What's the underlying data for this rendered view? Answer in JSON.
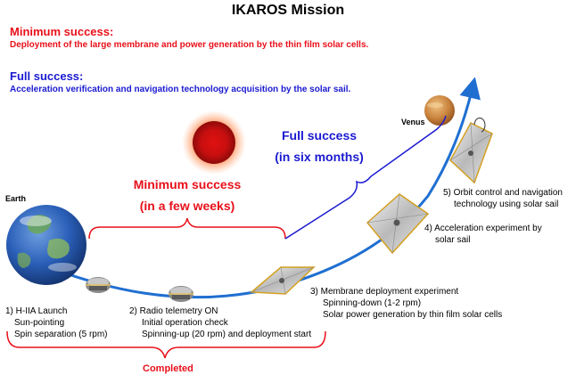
{
  "title": "IKAROS Mission",
  "minimum": {
    "heading": "Minimum success:",
    "description": "Deployment of the large membrane and power generation by the thin film solar cells.",
    "callout_line1": "Minimum success",
    "callout_line2": "(in a few weeks)"
  },
  "full": {
    "heading": "Full success:",
    "description": "Acceleration verification and navigation technology acquisition by the solar sail.",
    "callout_line1": "Full success",
    "callout_line2": "(in six months)"
  },
  "bodies": {
    "earth": "Earth",
    "venus": "Venus"
  },
  "steps": [
    {
      "lines": [
        "1) H-IIA Launch",
        "Sun-pointing",
        "Spin separation (5 rpm)"
      ]
    },
    {
      "lines": [
        "2) Radio telemetry ON",
        "Initial operation check",
        "Spinning-up (20 rpm) and deployment start"
      ]
    },
    {
      "lines": [
        "3) Membrane deployment experiment",
        "Spinning-down (1-2 rpm)",
        "Solar power generation by thin film solar cells"
      ]
    },
    {
      "lines": [
        "4) Acceleration experiment by",
        "solar sail"
      ]
    },
    {
      "lines": [
        "5) Orbit control and navigation",
        "technology using solar sail"
      ]
    }
  ],
  "completed": "Completed",
  "colors": {
    "red": "#e8101a",
    "blue": "#1a1ad0",
    "orbit": "#1f6fd1",
    "sun_core": "#cc1010",
    "sun_corona": "#ff5a28",
    "earth_ocean": "#2a5fb8",
    "venus": "#c8823c"
  },
  "icons": [
    "sun-icon",
    "earth-icon",
    "venus-icon",
    "spacecraft-icon",
    "solar-sail-icon"
  ]
}
